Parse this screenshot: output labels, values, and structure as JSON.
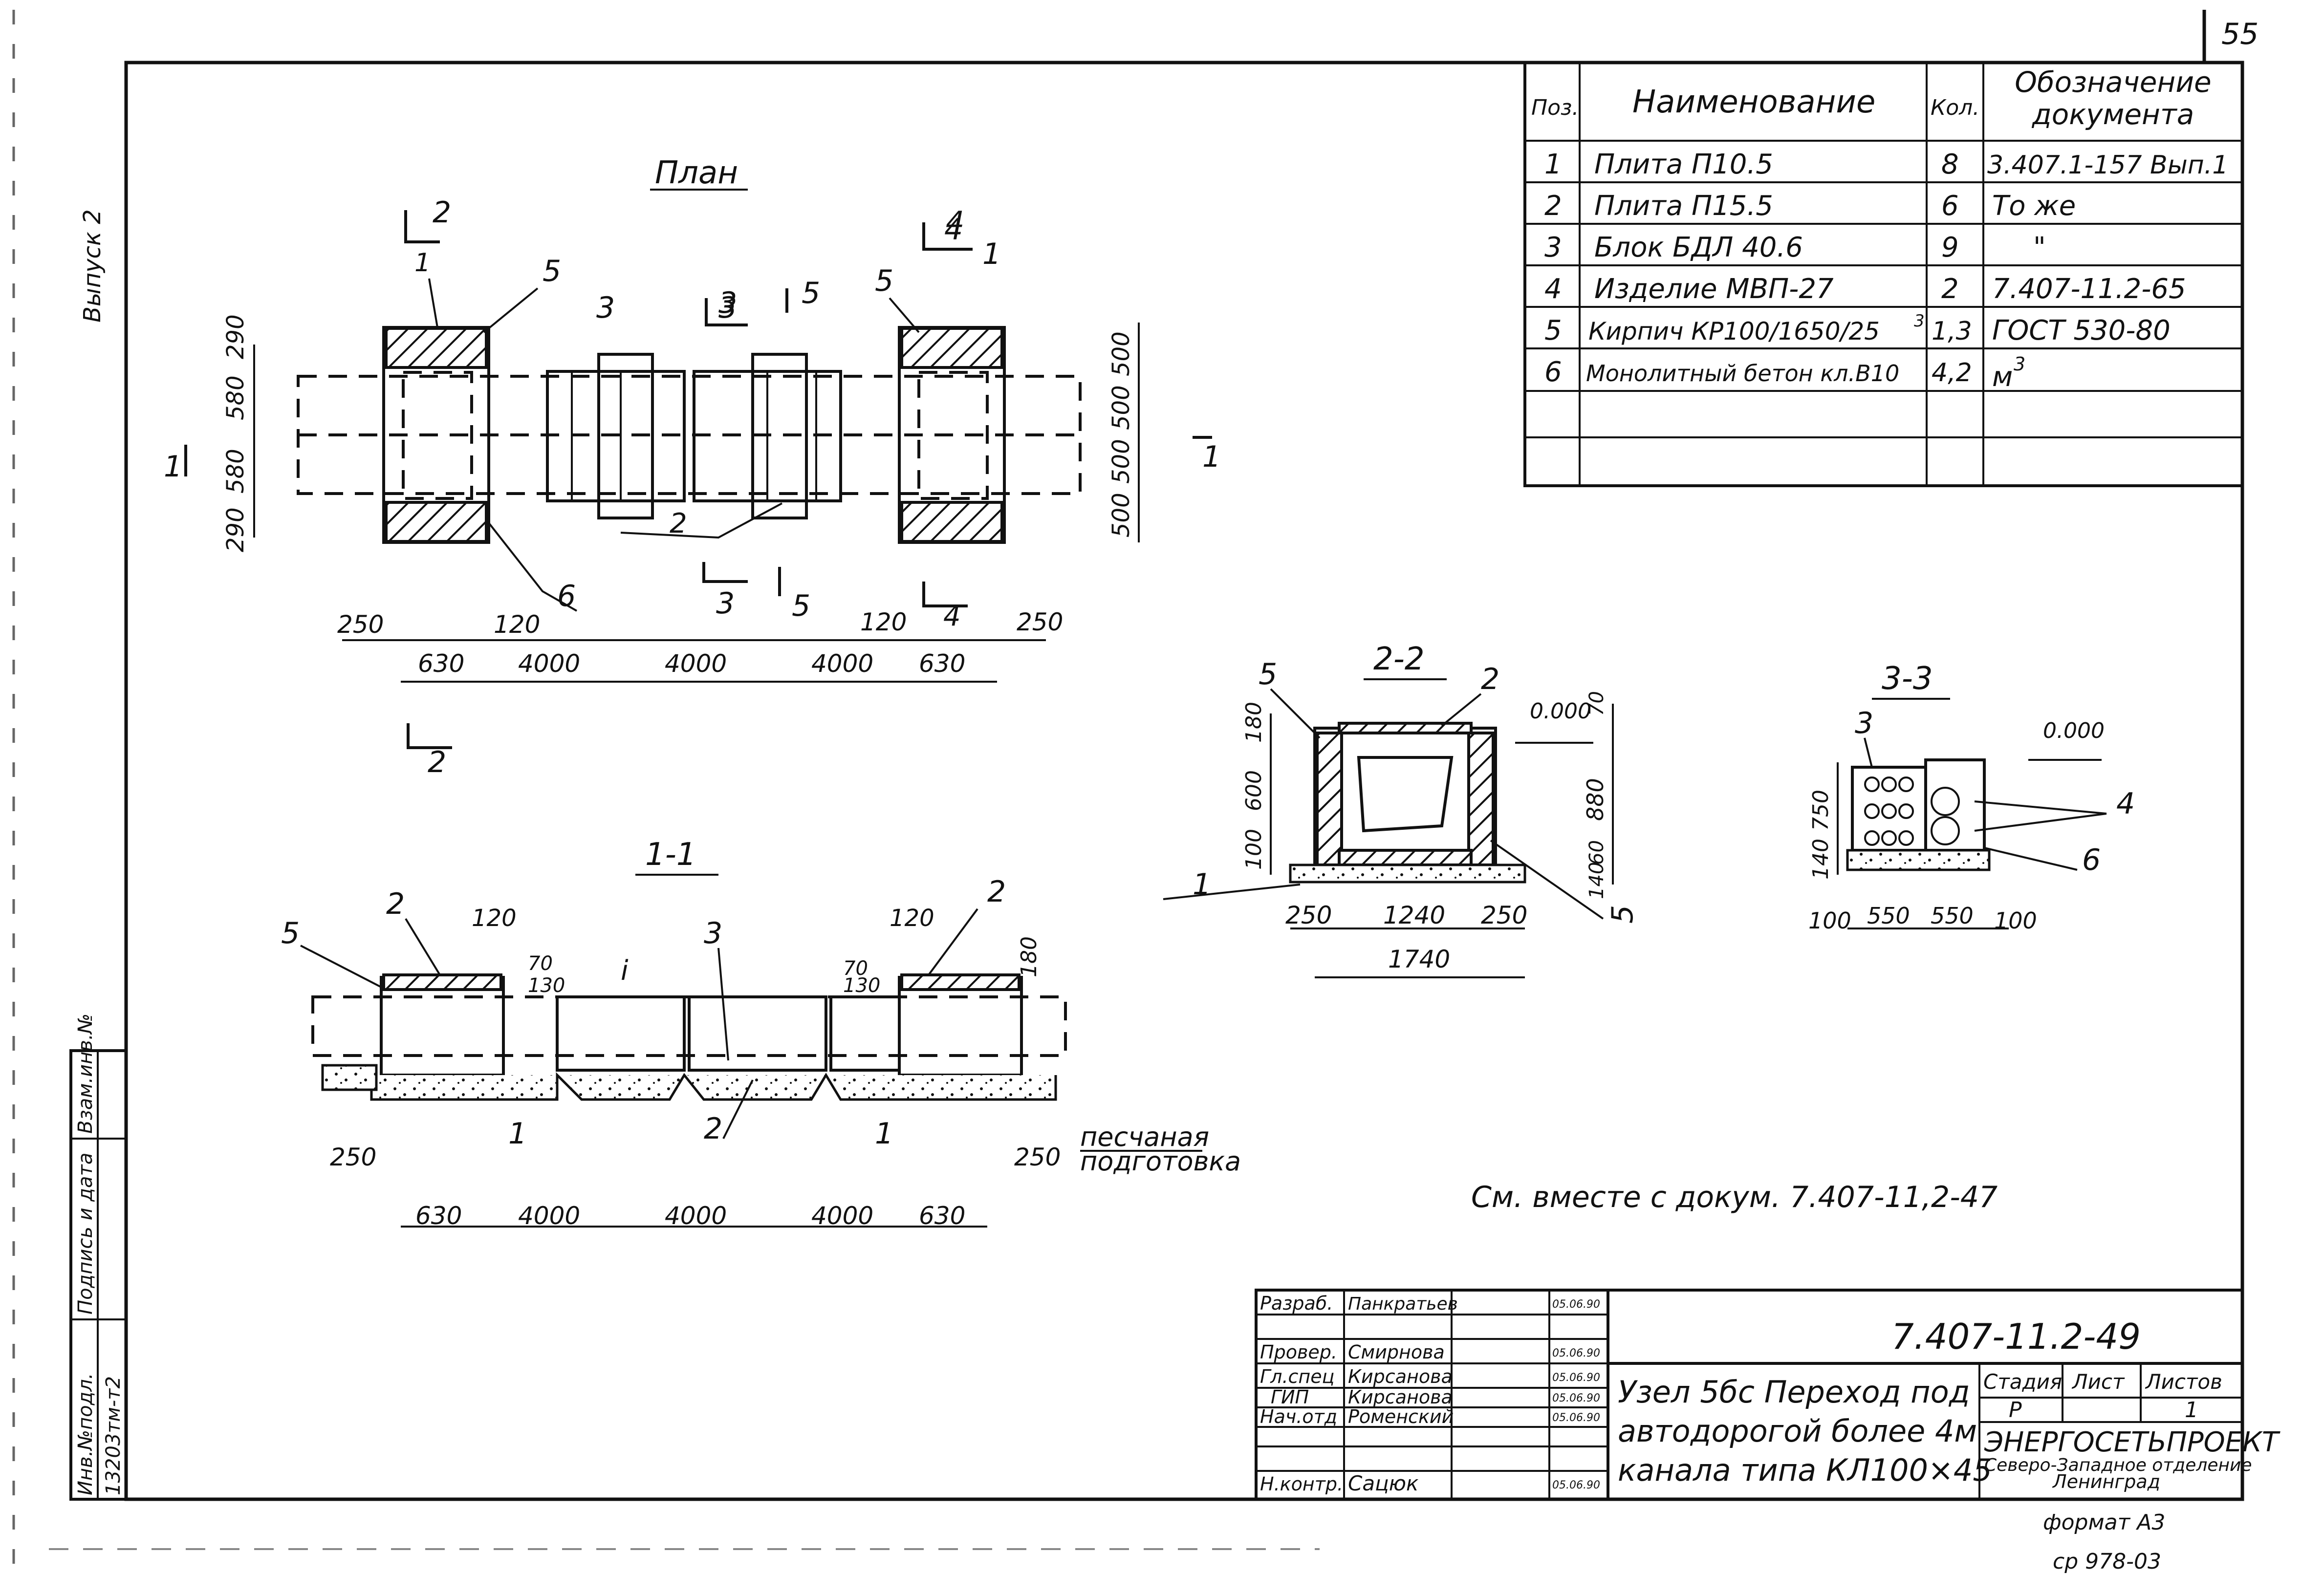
{
  "page_number": "55",
  "series_label": "Выпуск 2",
  "left_stamp": {
    "inv_no_label": "Инв.№подл.",
    "inv_no_value": "13203тм-т2",
    "sign_date_label": "Подпись и дата",
    "replace_label": "Взам.инв.№"
  },
  "spec_table": {
    "headers": [
      "Поз.",
      "Наименование",
      "Кол.",
      "Обозначение документа"
    ],
    "rows": [
      [
        "1",
        "Плита П10.5",
        "8",
        "3.407.1-157 Вып.1"
      ],
      [
        "2",
        "Плита П15.5",
        "6",
        "То же"
      ],
      [
        "3",
        "Блок БДЛ 40.6",
        "9",
        "\""
      ],
      [
        "4",
        "Изделие МВП-27",
        "2",
        "7.407-11.2-65"
      ],
      [
        "5",
        "Кирпич КР100/1650/25",
        "1,3",
        "ГОСТ 530-80"
      ],
      [
        "6",
        "Монолитный бетон кл.В10",
        "4,2",
        "м"
      ],
      [
        "",
        "",
        "",
        ""
      ],
      [
        "",
        "",
        "",
        ""
      ]
    ],
    "unit_superscript": "3"
  },
  "plan_view": {
    "title": "План",
    "section_marks": [
      "2",
      "2",
      "4",
      "3",
      "5",
      "3",
      "5",
      "4",
      "1",
      "1"
    ],
    "callouts": [
      "1",
      "5",
      "3",
      "3",
      "5",
      "5",
      "4",
      "1",
      "2",
      "6"
    ],
    "left_dims": [
      "290",
      "580",
      "580",
      "290"
    ],
    "right_dims": [
      "500",
      "500",
      "500",
      "500"
    ],
    "bottom_dims_upper": [
      "250",
      "120",
      "120",
      "250"
    ],
    "bottom_dims_lower": [
      "630",
      "4000",
      "4000",
      "4000",
      "630"
    ]
  },
  "section_11": {
    "title": "1-1",
    "callouts": [
      "5",
      "2",
      "3",
      "2",
      "1",
      "2",
      "1"
    ],
    "dims": [
      "120",
      "70",
      "130",
      "120",
      "70",
      "130",
      "180",
      "250",
      "250"
    ],
    "level_mark": "i",
    "bottom_dims": [
      "630",
      "4000",
      "4000",
      "4000",
      "630"
    ],
    "sand_label_line1": "песчаная",
    "sand_label_line2": "подготовка"
  },
  "section_22": {
    "title": "2-2",
    "level": "0.000",
    "callouts": [
      "5",
      "2",
      "1",
      "5"
    ],
    "left_dims": [
      "180",
      "600",
      "100"
    ],
    "right_dims": [
      "70",
      "880",
      "140",
      "60"
    ],
    "bottom_dims": [
      "250",
      "1240",
      "250"
    ],
    "total_width": "1740"
  },
  "section_33": {
    "title": "3-3",
    "level": "0.000",
    "callouts": [
      "3",
      "4",
      "6"
    ],
    "left_dims": [
      "750",
      "140"
    ],
    "bottom_dims": [
      "100",
      "550",
      "550",
      "100"
    ]
  },
  "see_also": "См. вместе с докум. 7.407-11,2-47",
  "title_block": {
    "doc_code": "7.407-11.2-49",
    "title_line1": "Узел 5бс Переход под",
    "title_line2": "автодорогой более 4м",
    "title_line3": "канала типа КЛ100×45",
    "roles": [
      "Разраб.",
      "Провер.",
      "Гл.спец",
      "ГИП",
      "Нач.отд",
      "",
      "Н.контр."
    ],
    "names": [
      "Панкратьев",
      "Смирнова",
      "Кирсанова",
      "Кирсанова",
      "Роменский",
      "",
      "Сацюк"
    ],
    "dates": [
      "05.06.90",
      "05.06.90",
      "05.06.90",
      "05.06.90",
      "05.06.90",
      "",
      "05.06.90"
    ],
    "stage_label": "Стадия",
    "sheet_label": "Лист",
    "sheets_label": "Листов",
    "stage": "Р",
    "sheets": "1",
    "org_line1": "ЭНЕРГОСЕТЬПРОЕКТ",
    "org_line2": "Северо-Западное отделение",
    "org_line3": "Ленинград"
  },
  "format_label": "формат А3",
  "footer_code": "ср 978-03"
}
